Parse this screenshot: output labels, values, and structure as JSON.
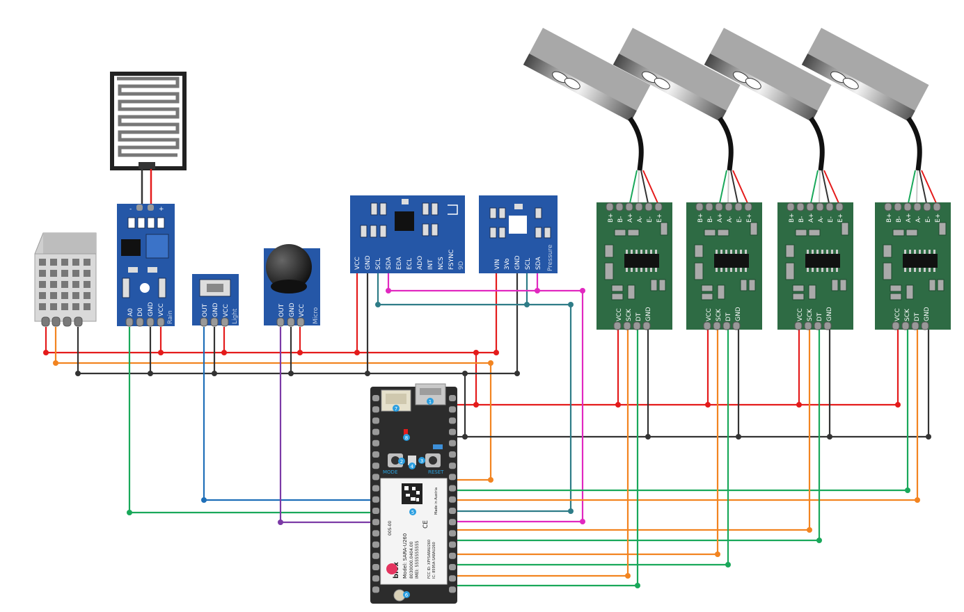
{
  "colors": {
    "module_blue": "#2557a7",
    "hx711_green": "#2e6b44",
    "wire_red": "#e41b1b",
    "wire_orange": "#f28420",
    "wire_black": "#333333",
    "wire_green": "#19a85a",
    "wire_blue": "#1f6fb8",
    "wire_purple": "#7b3aa6",
    "wire_teal": "#2e7c87",
    "wire_magenta": "#e128c0"
  },
  "rain_sensor": {
    "plate_pins": [
      "-",
      "+"
    ],
    "pins": [
      "A0",
      "D0",
      "GND",
      "VCC"
    ],
    "name": "Rain"
  },
  "light_sensor": {
    "pins": [
      "OUT",
      "GND",
      "VCC"
    ],
    "name": "Light"
  },
  "micro_sensor": {
    "pins": [
      "OUT",
      "GND",
      "VCC"
    ],
    "name": "Micro"
  },
  "imu": {
    "pins": [
      "VCC",
      "GND",
      "SCL",
      "SDA",
      "EDA",
      "ECL",
      "ADO",
      "INT",
      "NCS",
      "FSYNC"
    ],
    "name": "9D"
  },
  "pressure": {
    "pins": [
      "VIN",
      "3Vo",
      "GND",
      "SCL",
      "SDA"
    ],
    "name": "Pressure"
  },
  "hx711": {
    "top_pins": [
      "B+",
      "B-",
      "A+",
      "A-",
      "E-",
      "E+"
    ],
    "bottom_pins": [
      "VCC",
      "SCK",
      "DT",
      "GND"
    ]
  },
  "board": {
    "mode_label": "MODE",
    "reset_label": "RESET",
    "badges": [
      "1",
      "2",
      "3",
      "4",
      "5",
      "6",
      "7",
      "8"
    ],
    "modem": {
      "brand": "blox",
      "model": "Model: SARA-U260",
      "serial": "8030000.0404.00",
      "imei": "IMEI: 5555555555",
      "fcc": "FCC ID: XPYSARAU260",
      "ic": "IC: 8595A-SARAU260",
      "made": "Made in Austria",
      "code": "00S-00",
      "ce": "CE"
    }
  }
}
